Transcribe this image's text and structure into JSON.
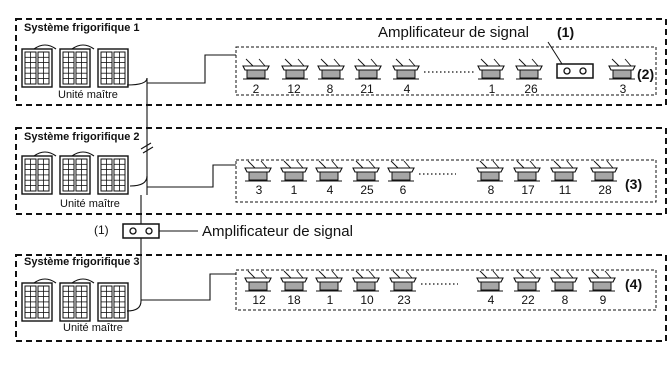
{
  "systems": [
    {
      "title": "Système frigorifique 1",
      "master_label": "Unité maître",
      "indoor_units": [
        "2",
        "12",
        "8",
        "21",
        "4",
        "1",
        "26",
        "3"
      ],
      "group_tag": "(2)"
    },
    {
      "title": "Système frigorifique 2",
      "master_label": "Unité maître",
      "indoor_units": [
        "3",
        "1",
        "4",
        "25",
        "6",
        "8",
        "17",
        "11",
        "28"
      ],
      "group_tag": "(3)"
    },
    {
      "title": "Système frigorifique 3",
      "master_label": "Unité maître",
      "indoor_units": [
        "12",
        "18",
        "1",
        "10",
        "23",
        "4",
        "22",
        "8",
        "9"
      ],
      "group_tag": "(4)"
    }
  ],
  "amplifier_top": {
    "label": "Amplificateur de signal",
    "tag": "(1)"
  },
  "amplifier_mid": {
    "label": "Amplificateur de signal",
    "tag": "(1)"
  },
  "icons": {
    "outdoor_unit": "outdoor-unit-icon",
    "indoor_unit": "cassette-indoor-unit-icon",
    "amplifier": "signal-amplifier-icon"
  }
}
